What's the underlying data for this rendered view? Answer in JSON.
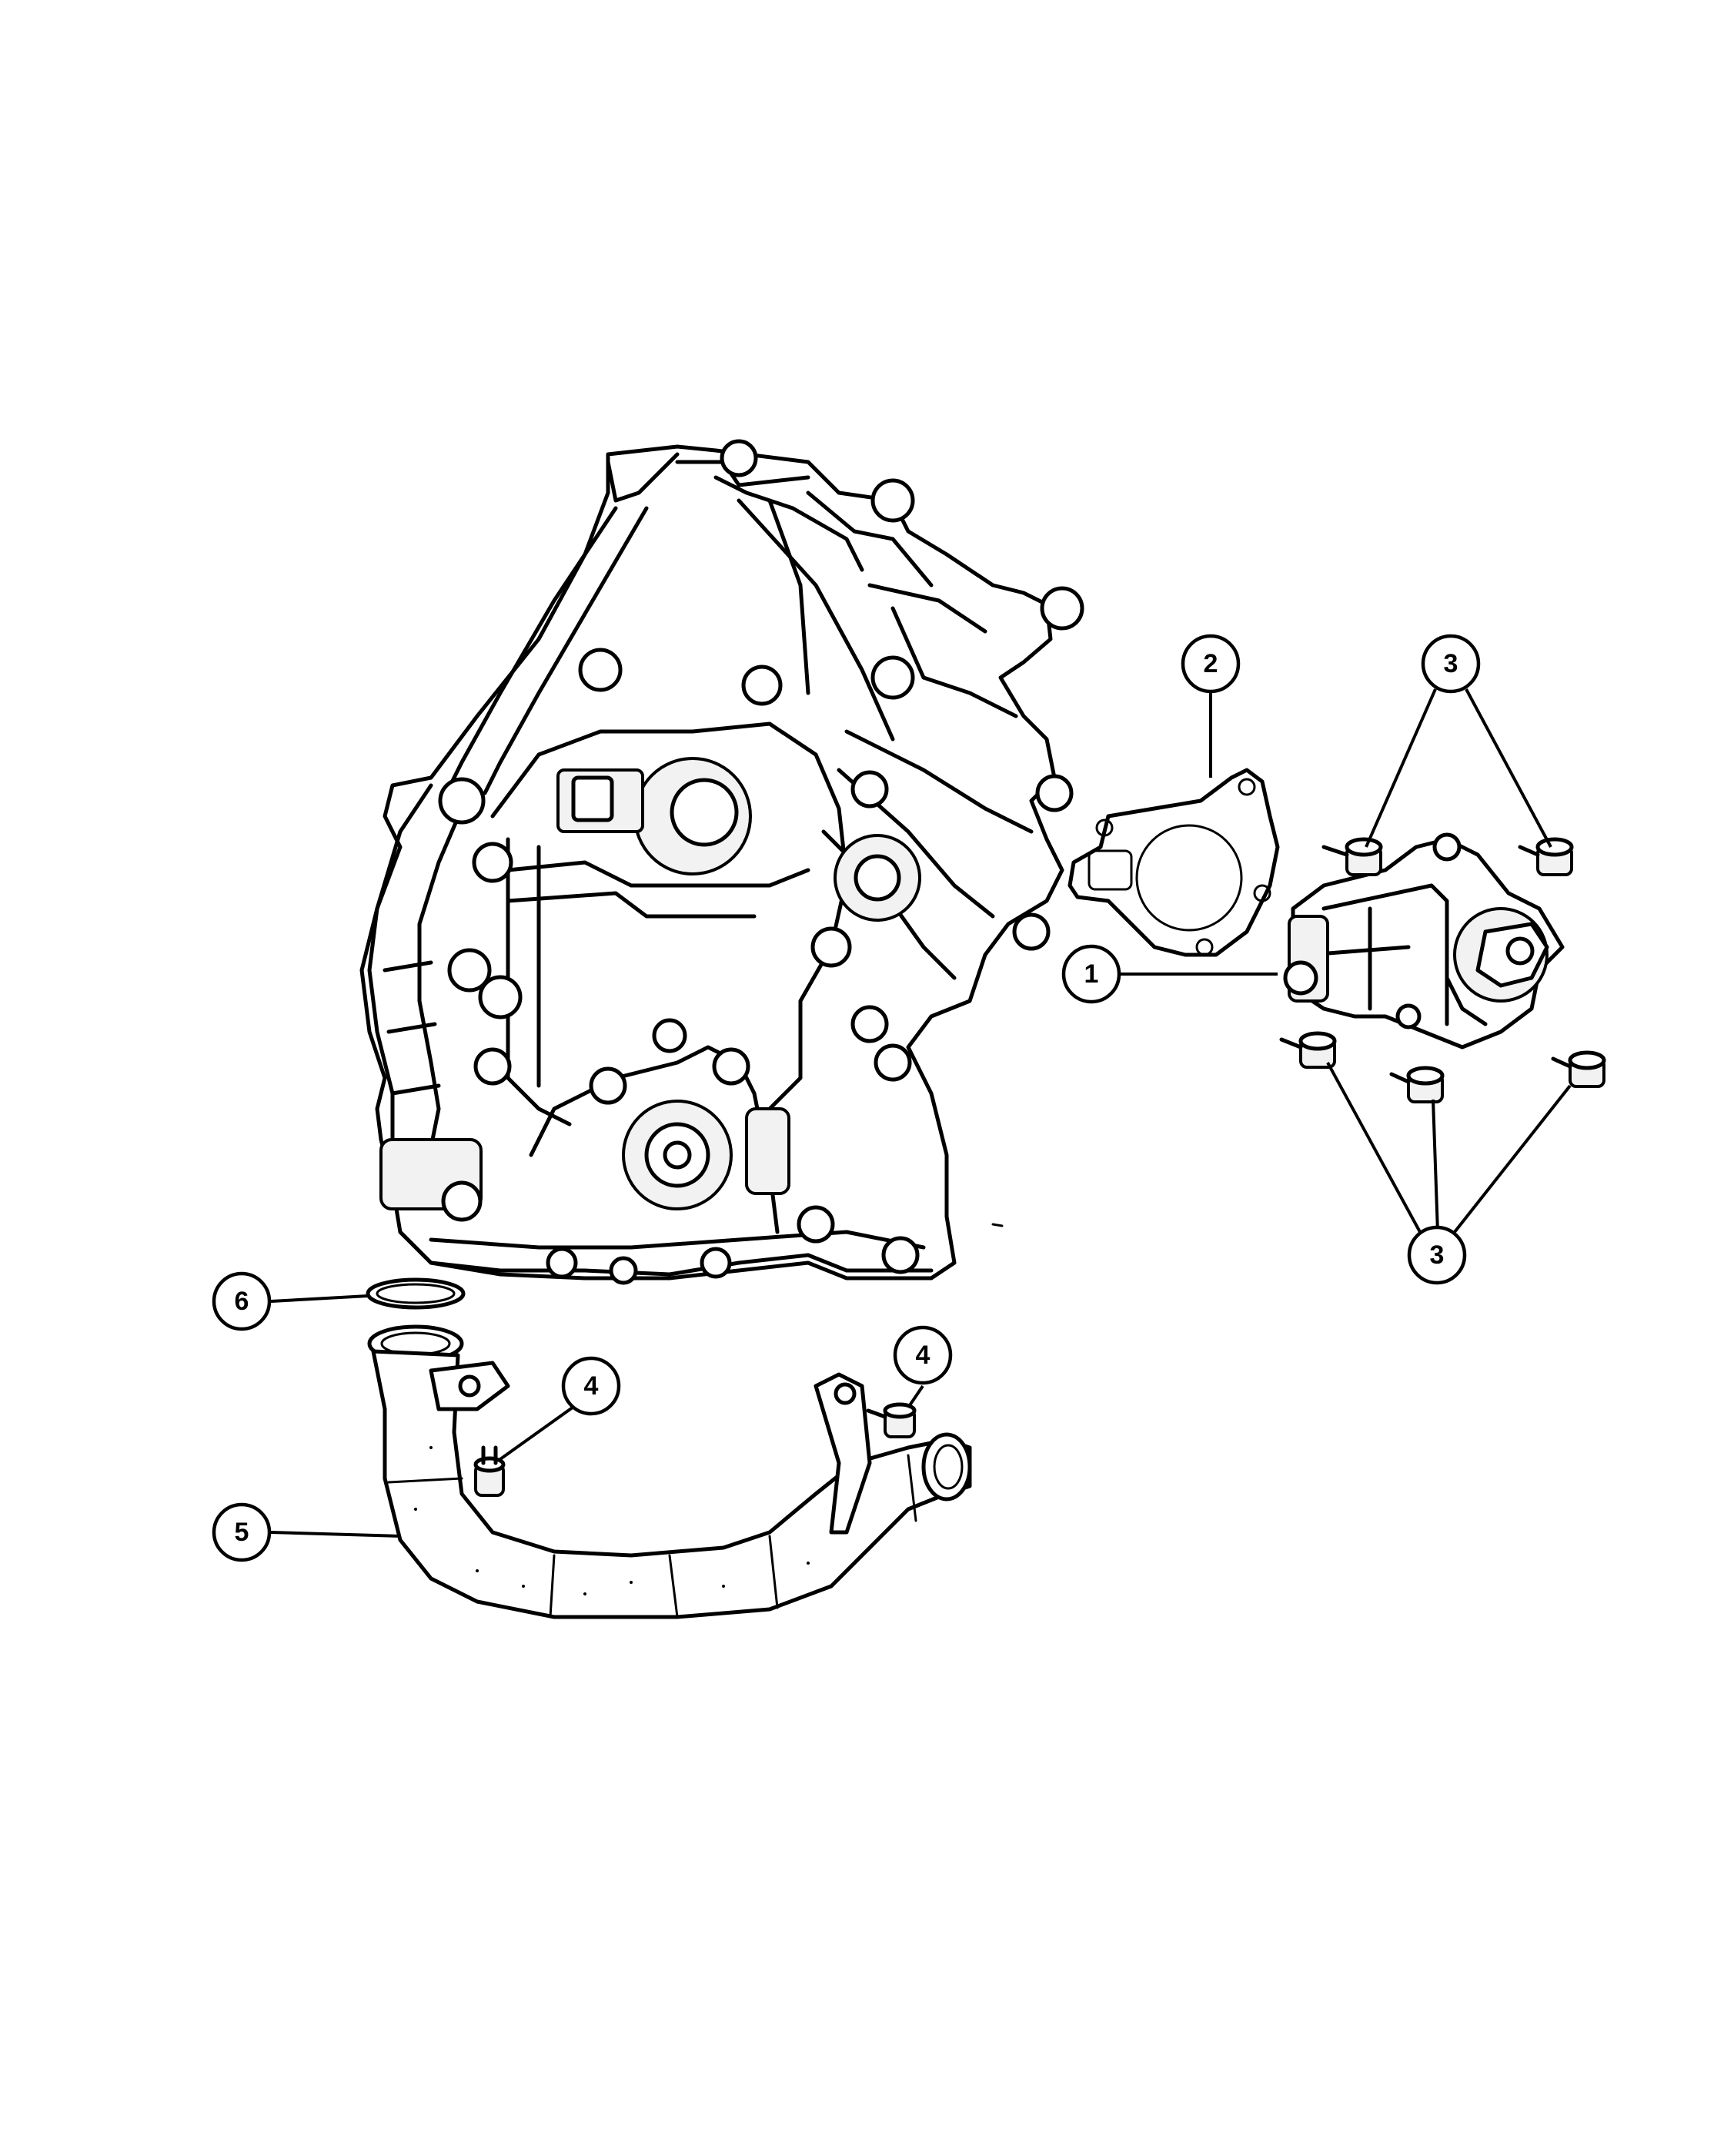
{
  "callouts": [
    {
      "id": "c1",
      "label": "1"
    },
    {
      "id": "c2",
      "label": "2"
    },
    {
      "id": "c3a",
      "label": "3"
    },
    {
      "id": "c3b",
      "label": "3"
    },
    {
      "id": "c4a",
      "label": "4"
    },
    {
      "id": "c4b",
      "label": "4"
    },
    {
      "id": "c5",
      "label": "5"
    },
    {
      "id": "c6",
      "label": "6"
    }
  ],
  "colors": {
    "line": "#000000",
    "background": "#ffffff"
  }
}
